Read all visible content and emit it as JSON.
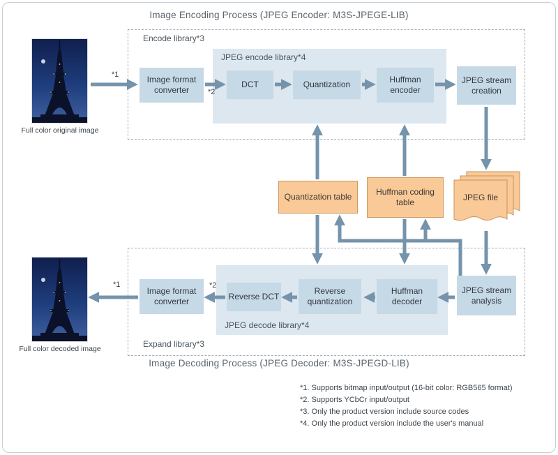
{
  "titles": {
    "encoding": "Image Encoding Process (JPEG Encoder: M3S-JPEGE-LIB)",
    "decoding": "Image Decoding Process (JPEG Decoder: M3S-JPEGD-LIB)"
  },
  "encode": {
    "library_label": "Encode library*3",
    "inner_label": "JPEG encode library*4",
    "caption": "Full color original image",
    "note1": "*1",
    "note2": "*2",
    "boxes": {
      "converter": "Image format converter",
      "dct": "DCT",
      "quantization": "Quantization",
      "huffman": "Huffman encoder",
      "stream": "JPEG stream creation"
    }
  },
  "tables": {
    "quantization": "Quantization table",
    "huffman": "Huffman coding table",
    "file": "JPEG file"
  },
  "decode": {
    "library_label": "Expand library*3",
    "inner_label": "JPEG decode library*4",
    "caption": "Full color decoded image",
    "note1": "*1",
    "note2": "*2",
    "boxes": {
      "converter": "Image format converter",
      "reverse_dct": "Reverse DCT",
      "reverse_quantization": "Reverse quantization",
      "huffman": "Huffman decoder",
      "stream": "JPEG stream analysis"
    }
  },
  "footnotes": [
    "*1. Supports bitmap input/output (16-bit color: RGB565 format)",
    "*2. Supports YCbCr input/output",
    "*3. Only the product version include source codes",
    "*4. Only the product version include the user's manual"
  ],
  "colors": {
    "process_box": "#c6d9e7",
    "library_panel": "#dde7ef",
    "table_fill": "#fac998",
    "table_border": "#cd9a5e",
    "arrow": "#7593ab"
  }
}
